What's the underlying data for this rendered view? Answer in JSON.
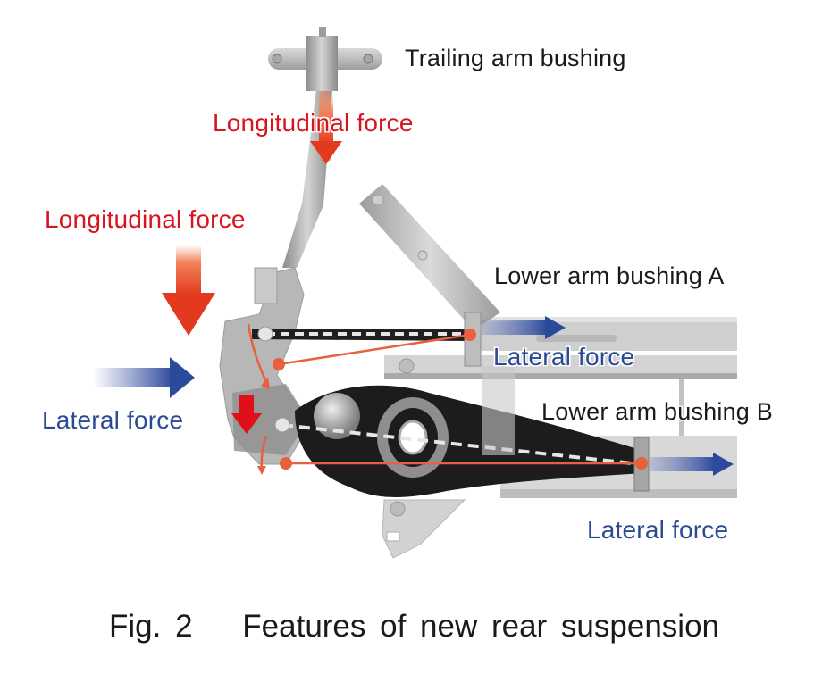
{
  "figure": {
    "caption_number": "Fig. 2",
    "caption_title": "Features of new rear suspension"
  },
  "labels": {
    "trailing_arm_bushing": "Trailing arm bushing",
    "longitudinal_force_top": "Longitudinal force",
    "longitudinal_force_left": "Longitudinal force",
    "lateral_force_left": "Lateral force",
    "lower_arm_bushing_a": "Lower arm bushing  A",
    "lateral_force_a": "Lateral force",
    "lower_arm_bushing_b": "Lower arm bushing  B",
    "lateral_force_b": "Lateral force"
  },
  "colors": {
    "longitudinal_force": "#d7141f",
    "lateral_force": "#2a4a93",
    "load_path": "#e8603c",
    "arm_dark": "#1c1c1c",
    "frame_gray": "#c6c6c6"
  }
}
